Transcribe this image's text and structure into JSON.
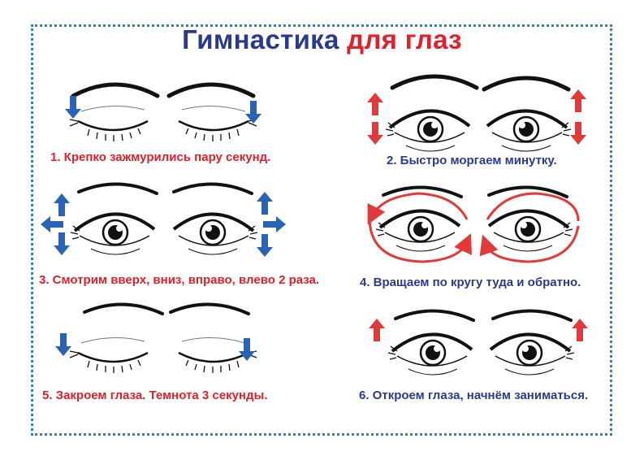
{
  "title": {
    "part1": "Гимнастика",
    "part2": "для глаз"
  },
  "colors": {
    "title_blue": "#2b3a8c",
    "title_red": "#e0202a",
    "border": "#2f7fc1",
    "arrow_blue": "#2a63b5",
    "arrow_red": "#e23a3a"
  },
  "exercises": [
    {
      "caption": "1. Крепко зажмурились пару секунд.",
      "color": "red",
      "eyes": "closed-tight",
      "arrows": "down"
    },
    {
      "caption": "2. Быстро моргаем минутку.",
      "color": "blue",
      "eyes": "open",
      "arrows": "up-down"
    },
    {
      "caption": "3. Смотрим вверх, вниз, вправо, влево 2 раза.",
      "color": "red",
      "eyes": "open",
      "arrows": "four-way"
    },
    {
      "caption": "4. Вращаем по кругу туда и обратно.",
      "color": "blue",
      "eyes": "open",
      "arrows": "circular"
    },
    {
      "caption": "5. Закроем глаза. Темнота 3 секунды.",
      "color": "red",
      "eyes": "closed",
      "arrows": "down"
    },
    {
      "caption": "6. Откроем глаза, начнём заниматься.",
      "color": "blue",
      "eyes": "open",
      "arrows": "up"
    }
  ]
}
